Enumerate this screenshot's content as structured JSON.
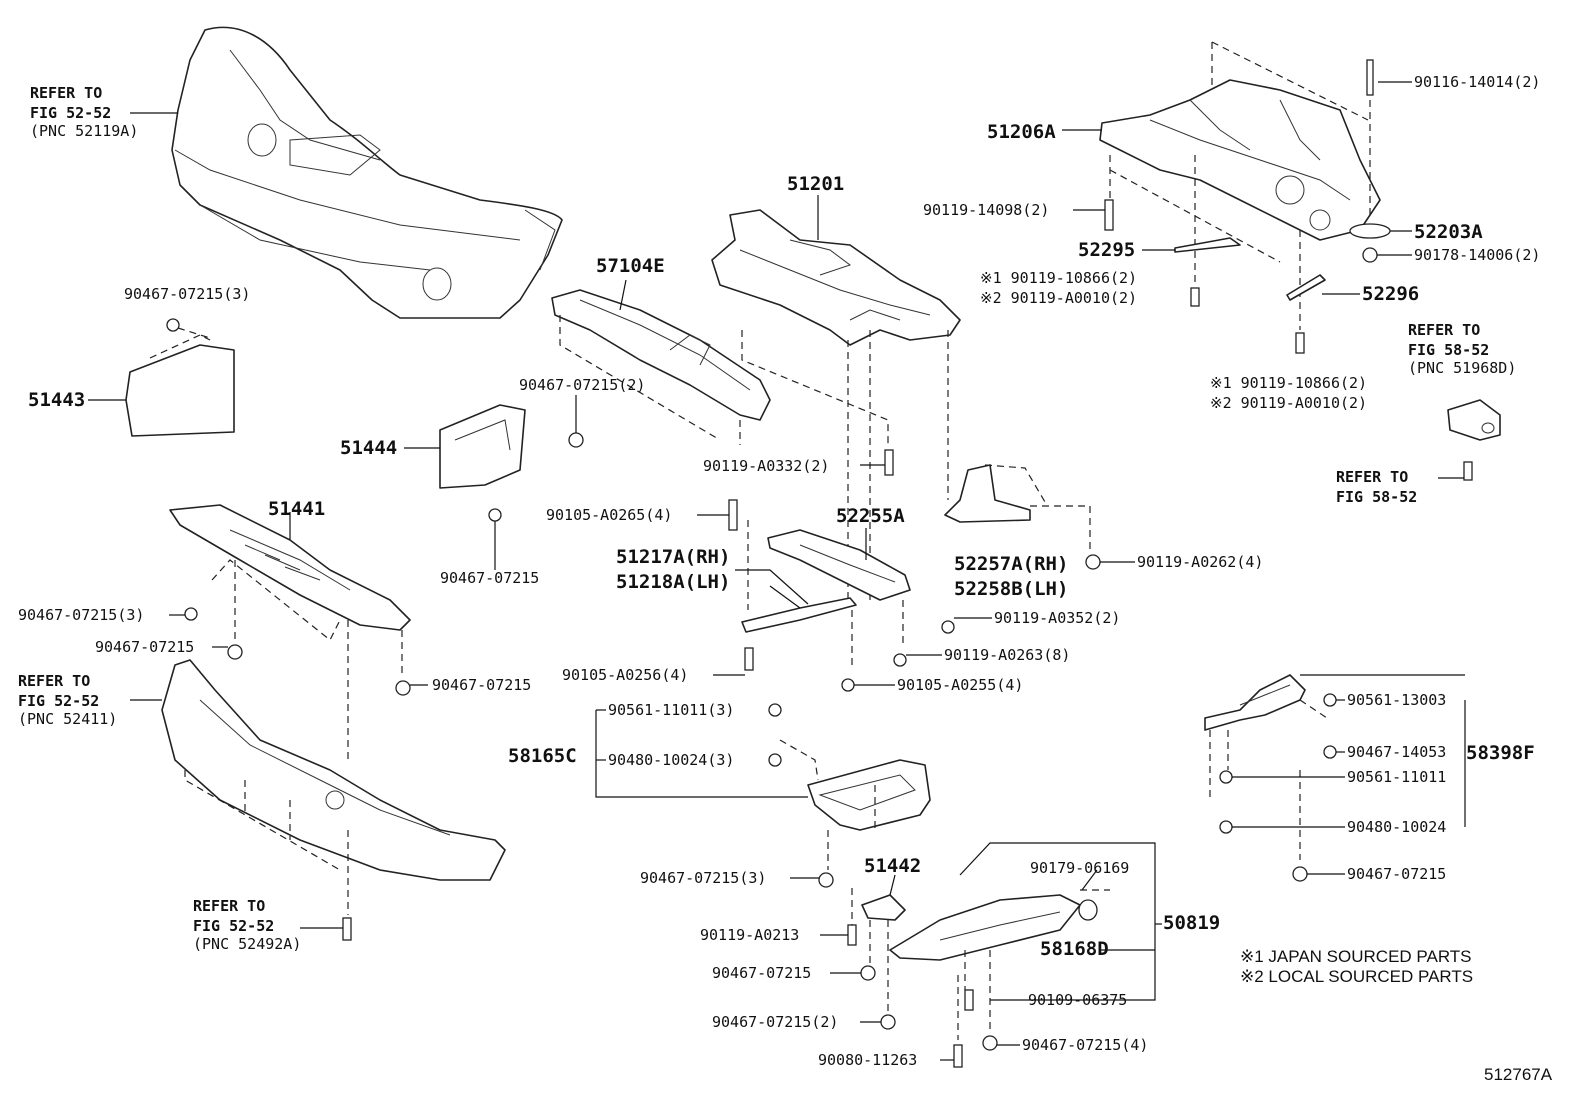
{
  "refs": {
    "fig_52_52": "REFER TO",
    "fig_52_52_b": "FIG 52-52",
    "pnc_52119a": "(PNC 52119A)",
    "pnc_52411": "(PNC 52411)",
    "pnc_52492a": "(PNC 52492A)",
    "fig_58_52": "FIG 58-52",
    "pnc_51968d": "(PNC 51968D)"
  },
  "parts": {
    "p51206A": "51206A",
    "p90116_14014": "90116-14014(2)",
    "p90119_14098": "90119-14098(2)",
    "p52295": "52295",
    "p52203A": "52203A",
    "p90178_14006": "90178-14006(2)",
    "p90119_10866_a": "※1 90119-10866(2)",
    "p90119_A0010_a": "※2 90119-A0010(2)",
    "p52296": "52296",
    "p90119_10866_b": "※1 90119-10866(2)",
    "p90119_A0010_b": "※2 90119-A0010(2)",
    "p51201": "51201",
    "p57104E": "57104E",
    "p90467_07215_3a": "90467-07215(3)",
    "p51443": "51443",
    "p90467_07215_2a": "90467-07215(2)",
    "p51444": "51444",
    "p90119_A0332": "90119-A0332(2)",
    "p90105_A0265": "90105-A0265(4)",
    "p52255A": "52255A",
    "p52257A": "52257A(RH)",
    "p52258B": "52258B(LH)",
    "p90119_A0262": "90119-A0262(4)",
    "p51441": "51441",
    "p90467_07215_plain_a": "90467-07215",
    "p51217A": "51217A(RH)",
    "p51218A": "51218A(LH)",
    "p90119_A0352": "90119-A0352(2)",
    "p90467_07215_3b": "90467-07215(3)",
    "p90467_07215_plain_b": "90467-07215",
    "p90467_07215_plain_c": "90467-07215",
    "p90105_A0256": "90105-A0256(4)",
    "p90119_A0263": "90119-A0263(8)",
    "p90105_A0255": "90105-A0255(4)",
    "p90561_11011_3": "90561-11011(3)",
    "p58165C": "58165C",
    "p90480_10024_3": "90480-10024(3)",
    "p90561_13003": "90561-13003",
    "p90467_14053": "90467-14053",
    "p58398F": "58398F",
    "p90561_11011": "90561-11011",
    "p90480_10024": "90480-10024",
    "p90467_07215_plain_d": "90467-07215",
    "p90467_07215_3c": "90467-07215(3)",
    "p51442": "51442",
    "p90179_06169": "90179-06169",
    "p50819": "50819",
    "p90119_A0213": "90119-A0213",
    "p58168D": "58168D",
    "p90467_07215_plain_e": "90467-07215",
    "p90109_06375": "90109-06375",
    "p90467_07215_2b": "90467-07215(2)",
    "p90080_11263": "90080-11263",
    "p90467_07215_4": "90467-07215(4)"
  },
  "notes": {
    "japan": "※1 JAPAN SOURCED PARTS",
    "local": "※2 LOCAL SOURCED PARTS"
  },
  "figure_code": "512767A"
}
